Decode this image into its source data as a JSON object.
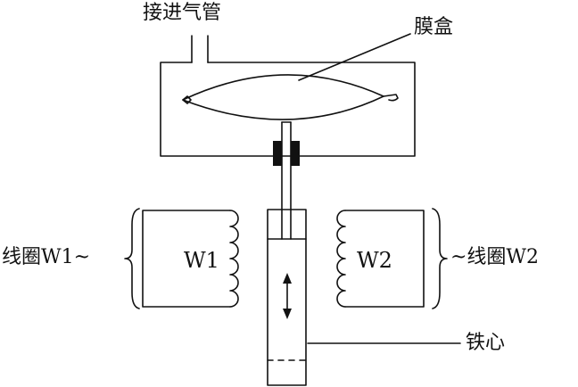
{
  "labels": {
    "intake_pipe": "接进气管",
    "capsule": "膜盒",
    "coil_left": "线圈W1~",
    "coil_right": "~线圈W2",
    "w1": "W1",
    "w2": "W2",
    "iron_core": "铁心"
  },
  "colors": {
    "line": "#111111",
    "background": "#ffffff"
  }
}
